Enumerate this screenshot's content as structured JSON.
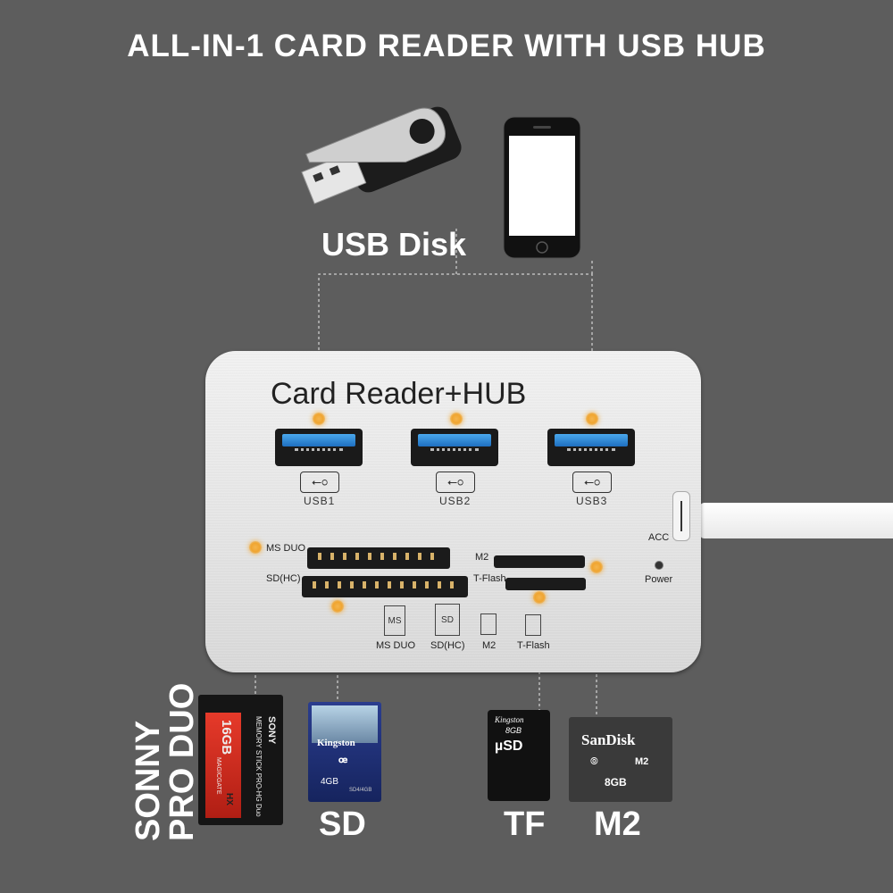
{
  "title": "ALL-IN-1 CARD READER WITH USB HUB",
  "usb_disk_label": "USB Disk",
  "hub": {
    "title": "Card Reader+HUB",
    "usb1": "USB1",
    "usb2": "USB2",
    "usb3": "USB3",
    "acc": "ACC",
    "power": "Power",
    "ms_duo": "MS DUO",
    "sd_hc": "SD(HC)",
    "m2": "M2",
    "t_flash": "T-Flash",
    "icon_ms": "MS",
    "icon_sd": "SD",
    "icon_label_ms": "MS DUO",
    "icon_label_sd": "SD(HC)",
    "icon_label_m2": "M2",
    "icon_label_tf": "T-Flash"
  },
  "cards": {
    "sonny_line1": "SONNY",
    "sonny_line2": "PRO DUO",
    "sd": "SD",
    "tf": "TF",
    "m2": "M2",
    "ms_card_capacity": "16GB",
    "ms_card_brand": "SONY",
    "ms_card_line1": "MEMORY STICK PRO-HG Duo",
    "ms_card_line2": "MAGICGATE",
    "ms_card_hx": "HX",
    "sd_card_brand": "Kingston",
    "sd_card_capacity": "4GB",
    "sd_card_sub": "SD4/4GB",
    "tf_card_brand": "Kingston",
    "tf_card_capacity": "8GB",
    "m2_card_brand": "SanDisk",
    "m2_card_m2": "M2",
    "m2_card_capacity": "8GB"
  },
  "colors": {
    "background": "#5d5d5d",
    "accent_dot": "#f0a530",
    "usb_blue": "#1e6fc0"
  }
}
